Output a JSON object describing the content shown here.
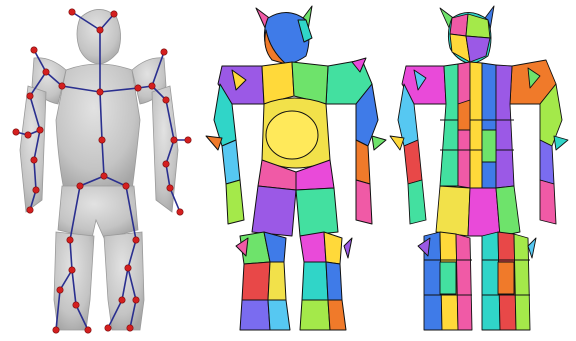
{
  "figure": {
    "panels": [
      {
        "id": "skeleton",
        "subject": "skeleton-rig-over-gray-mesh"
      },
      {
        "id": "coarse-segmentation",
        "subject": "coarse-colored-patch-segmentation"
      },
      {
        "id": "fine-segmentation",
        "subject": "fine-colored-patch-segmentation"
      }
    ],
    "colors": {
      "background": "#ffffff",
      "mesh_gray": "#c8c8c8",
      "mesh_gray_shade": "#a9a9a9",
      "bone": "#2a2f8f",
      "joint": "#d41f1f",
      "patch_outline": "#111111"
    },
    "patch_palette": [
      "#f05aa6",
      "#6ee36b",
      "#3f7be8",
      "#ffd93a",
      "#9b59e6",
      "#30d5c8",
      "#f07a2a",
      "#a4e94a",
      "#e94ad9",
      "#56c8f2",
      "#f2e14a",
      "#43e0a0",
      "#e84848",
      "#7a6cf0"
    ]
  }
}
